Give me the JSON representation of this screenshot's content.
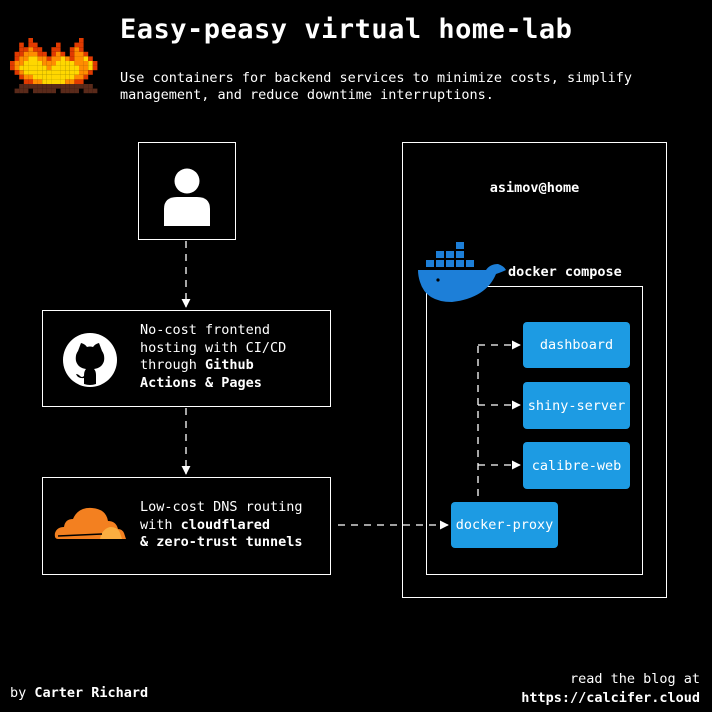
{
  "header": {
    "title": "Easy-peasy virtual home-lab",
    "subtitle": "Use containers for backend services to minimize costs, simplify management, and reduce downtime interruptions."
  },
  "nodes": {
    "github": {
      "line1": "No-cost frontend",
      "line2": "hosting with CI/CD",
      "line3_pre": "through ",
      "line3_bold": "Github",
      "line4_bold": "Actions & Pages"
    },
    "cloudflare": {
      "line1": "Low-cost DNS routing",
      "line2_pre": "with ",
      "line2_bold": "cloudflared",
      "line3_bold": "& zero-trust tunnels"
    },
    "home": {
      "label": "asimov@home"
    },
    "compose": {
      "label": "docker compose"
    },
    "services": {
      "dashboard": "dashboard",
      "shiny": "shiny-server",
      "calibre": "calibre-web",
      "proxy": "docker-proxy"
    }
  },
  "footer": {
    "by_prefix": "by ",
    "author": "Carter Richard",
    "blog_line1": "read the blog at",
    "blog_url": "https://calcifer.cloud"
  },
  "colors": {
    "background": "#000000",
    "service": "#1d9be3",
    "docker_whale": "#1d7fd8",
    "cloudflare_orange": "#f38020",
    "cloudflare_light": "#faae40",
    "fire": [
      "#ffd700",
      "#ff8c00",
      "#e03a00",
      "#5a2a1a"
    ]
  },
  "icons": {
    "fire": "campfire-pixel-icon",
    "user": "user-icon",
    "github": "github-icon",
    "cloudflare": "cloudflare-icon",
    "docker": "docker-whale-icon"
  }
}
